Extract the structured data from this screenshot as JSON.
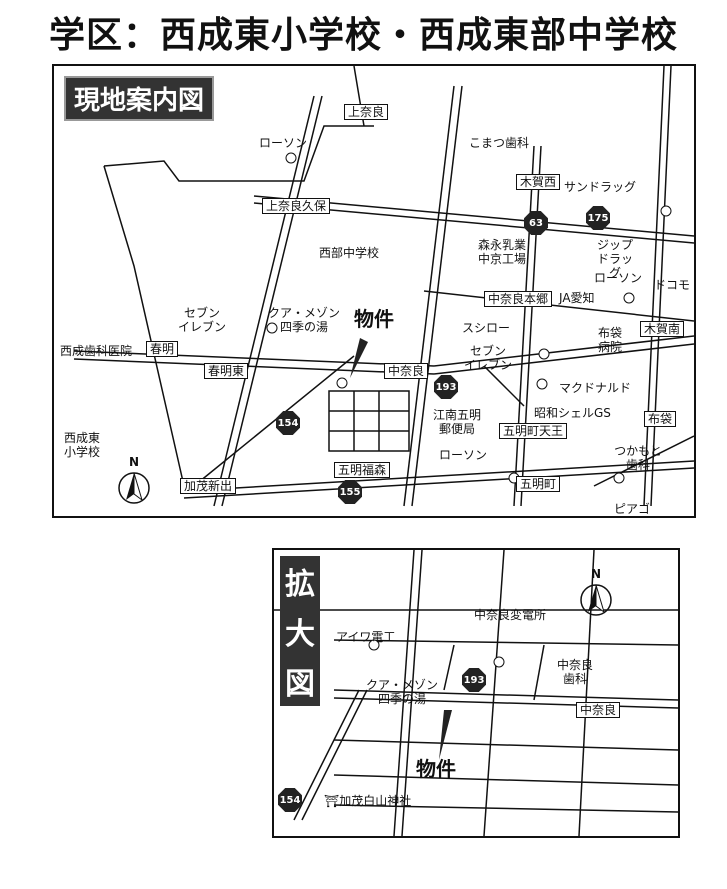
{
  "page_title": "学区：西成東小学校・西成東部中学校",
  "main_map": {
    "header": "現地案内図",
    "places": {
      "kaminara": "上奈良",
      "lawson1": "ローソン",
      "komatsu": "こまつ歯科",
      "kiga_nishi": "木賀西",
      "sundrug": "サンドラッグ",
      "kaminara_kubo": "上奈良久保",
      "seibu_jhs": "西部中学校",
      "morinaga": "森永乳業\n中京工場",
      "zip": "ジップ\nドラッグ",
      "lawson2": "ローソン",
      "docomo": "ドコモ",
      "nakanara_hongo": "中奈良本郷",
      "ja": "JA愛知",
      "kiga_minami": "木賀南",
      "seven1": "セブン\nイレブン",
      "qua": "クア・メゾン\n四季の湯",
      "property": "物件",
      "sushiro": "スシロー",
      "fukuro_hosp": "布袋\n病院",
      "seisei_dental": "西成歯科医院",
      "harukai": "春明",
      "seven2": "セブン\nイレブン",
      "harukai_higashi": "春明東",
      "nakanara": "中奈良",
      "mcd": "マクドナルド",
      "showa": "昭和シェルGS",
      "fukuro": "布袋",
      "seisei_es": "西成東\n小学校",
      "konan_post": "江南五明\n郵便局",
      "gomyo_tenno": "五明町天王",
      "tsukamoto": "つかもと\n歯科",
      "lawson3": "ローソン",
      "kamo_shinde": "加茂新出",
      "gomyo_fukumori": "五明福森",
      "gomyo": "五明町",
      "piago": "ピアゴ",
      "north": "N"
    },
    "routes": {
      "r63": "63",
      "r175": "175",
      "r193": "193",
      "r154": "154",
      "r155": "155"
    }
  },
  "inset_map": {
    "header": [
      "拡",
      "大",
      "図"
    ],
    "places": {
      "aiwa": "アイワ電工",
      "substation": "中奈良変電所",
      "dental": "中奈良\n歯科",
      "qua": "クア・メゾン\n四季の湯",
      "nakanara": "中奈良",
      "property": "物件",
      "shrine": "⛩加茂白山神社",
      "north": "N"
    },
    "routes": {
      "r193": "193",
      "r154": "154"
    }
  }
}
